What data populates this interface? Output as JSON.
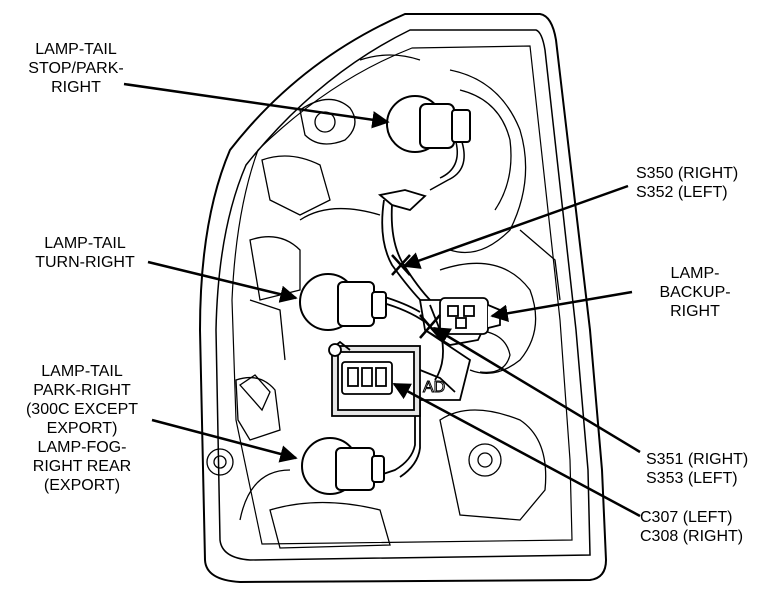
{
  "labels": {
    "stop_park": [
      "LAMP-TAIL",
      "STOP/PARK-",
      "RIGHT"
    ],
    "turn": [
      "LAMP-TAIL",
      "TURN-RIGHT"
    ],
    "park_fog": [
      "LAMP-TAIL",
      "PARK-RIGHT",
      "(300C EXCEPT",
      "EXPORT)",
      "LAMP-FOG-",
      "RIGHT REAR",
      "(EXPORT)"
    ],
    "s350": [
      "S350 (RIGHT)",
      "S352 (LEFT)"
    ],
    "backup": [
      "LAMP-",
      "BACKUP-",
      "RIGHT"
    ],
    "s351": [
      "S351 (RIGHT)",
      "S353 (LEFT)"
    ],
    "c307": [
      "C307 (LEFT)",
      "C308 (RIGHT)"
    ]
  },
  "colors": {
    "line": "#000000",
    "fill": "#ffffff",
    "shade": "#e6e6e6"
  }
}
